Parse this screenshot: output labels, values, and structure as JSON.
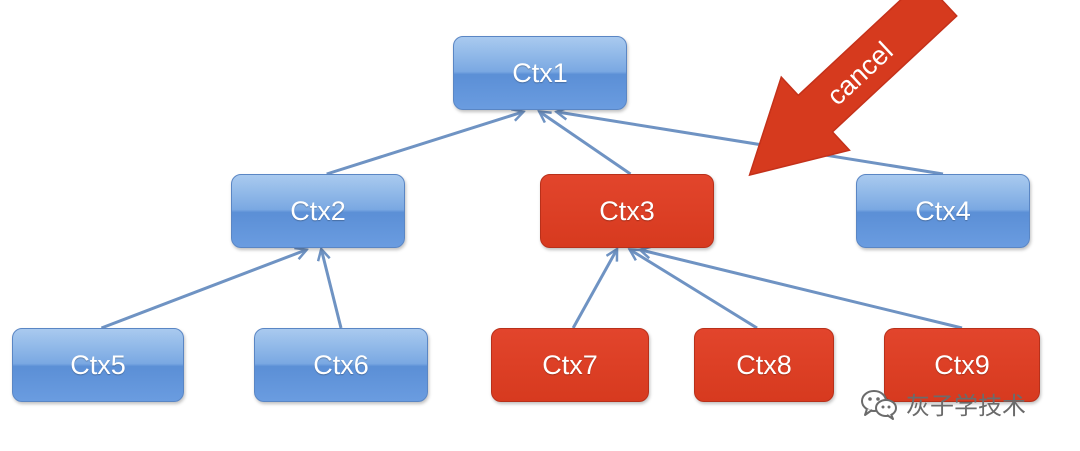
{
  "nodes": {
    "ctx1": "Ctx1",
    "ctx2": "Ctx2",
    "ctx3": "Ctx3",
    "ctx4": "Ctx4",
    "ctx5": "Ctx5",
    "ctx6": "Ctx6",
    "ctx7": "Ctx7",
    "ctx8": "Ctx8",
    "ctx9": "Ctx9"
  },
  "edges": [
    {
      "from": "ctx2",
      "to": "ctx1"
    },
    {
      "from": "ctx3",
      "to": "ctx1"
    },
    {
      "from": "ctx4",
      "to": "ctx1"
    },
    {
      "from": "ctx5",
      "to": "ctx2"
    },
    {
      "from": "ctx6",
      "to": "ctx2"
    },
    {
      "from": "ctx7",
      "to": "ctx3"
    },
    {
      "from": "ctx8",
      "to": "ctx3"
    },
    {
      "from": "ctx9",
      "to": "ctx3"
    }
  ],
  "cancelled_nodes": [
    "ctx3",
    "ctx7",
    "ctx8",
    "ctx9"
  ],
  "cancel_label": "cancel",
  "watermark": "灰子学技术",
  "colors": {
    "active_node": "#6a9ce0",
    "cancelled_node": "#d73a1f",
    "edge": "#6f93c3",
    "cancel_arrow": "#d63a1e"
  },
  "icons": [
    "wechat-icon"
  ]
}
